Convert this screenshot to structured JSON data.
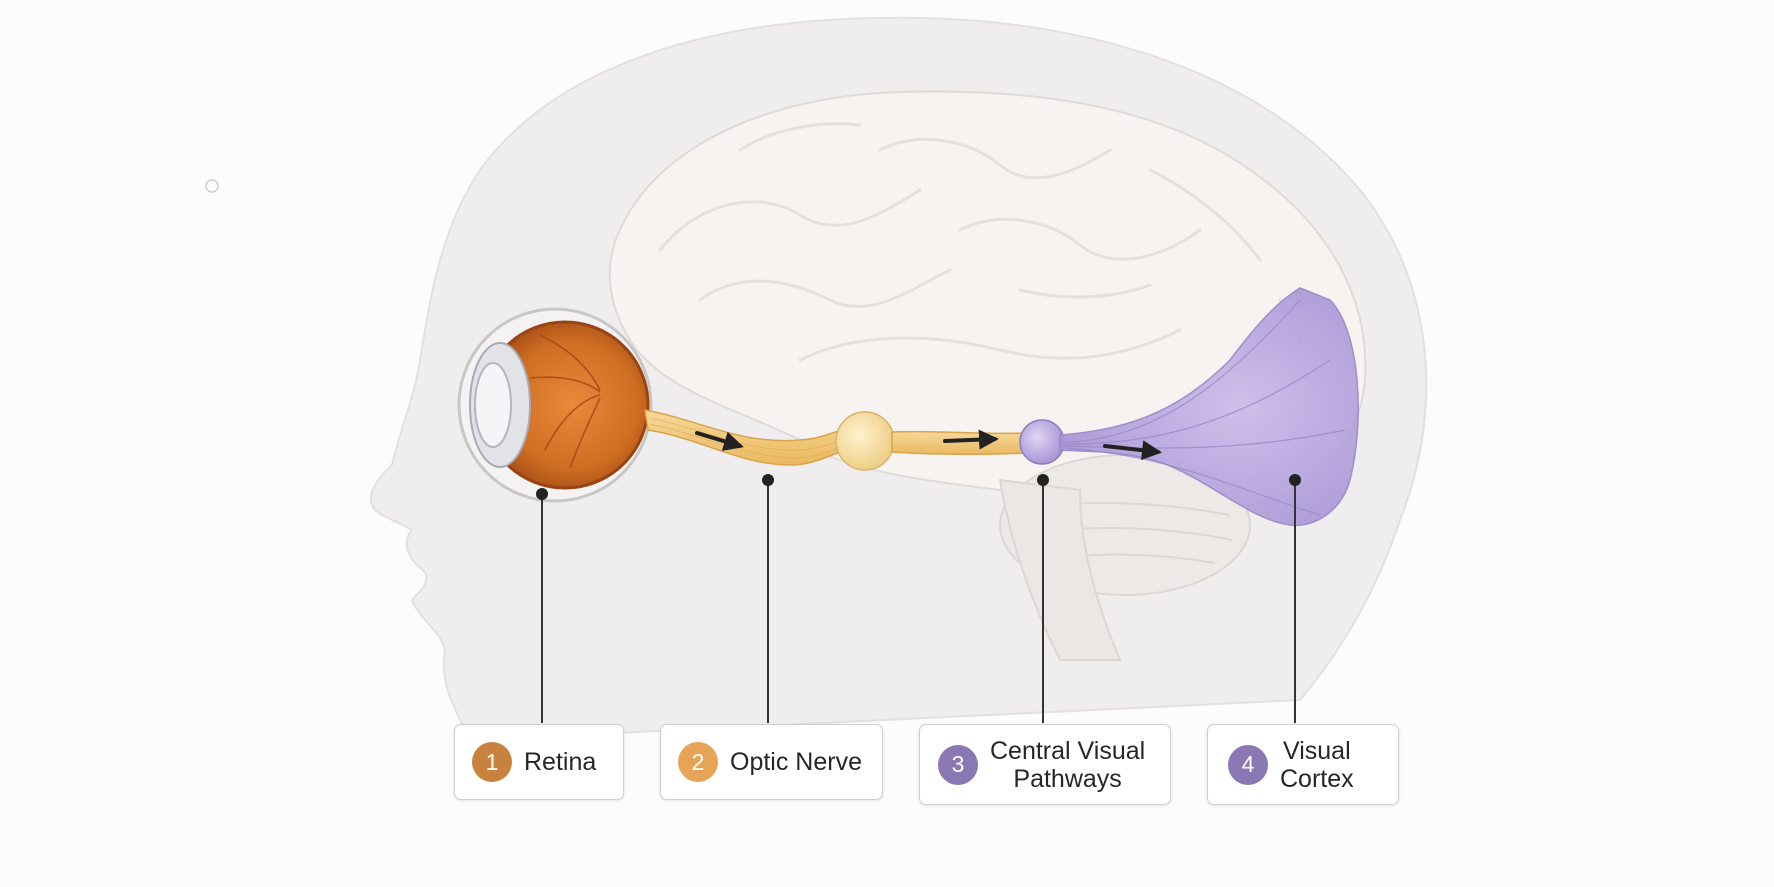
{
  "labels": [
    {
      "number": "1",
      "lines": [
        "Retina"
      ],
      "color": "#c8823e"
    },
    {
      "number": "2",
      "lines": [
        "Optic Nerve"
      ],
      "color": "#e6a456"
    },
    {
      "number": "3",
      "lines": [
        "Central Visual",
        "Pathways"
      ],
      "color": "#8a78b4"
    },
    {
      "number": "4",
      "lines": [
        "Visual",
        "Cortex"
      ],
      "color": "#8a78b4"
    }
  ],
  "colors": {
    "eye": "#d9782a",
    "nerve": "#f1c779",
    "pathway": "#b9a6dd",
    "head": "#efeded",
    "brain": "#f6f3f1"
  }
}
